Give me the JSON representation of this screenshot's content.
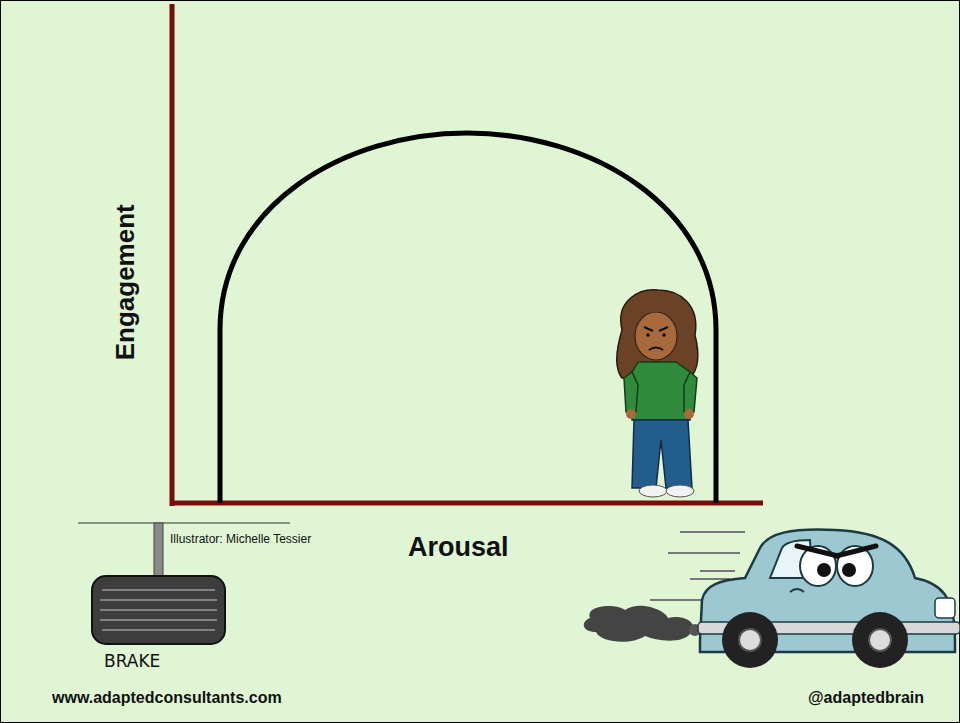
{
  "diagram": {
    "labels": [
      "Engagement",
      "Illustrator: Michelle Tessier",
      "Arousal",
      "BRAKE",
      "www.adaptedconsultants.com",
      "@adaptedbrain"
    ]
  }
}
